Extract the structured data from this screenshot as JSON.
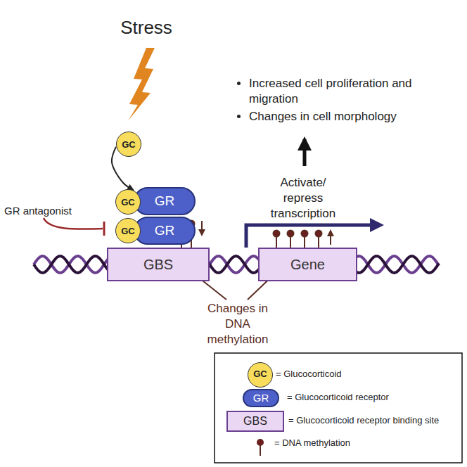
{
  "diagram": {
    "title": "Stress",
    "nodes": [
      {
        "text": [
          "GC"
        ]
      },
      {
        "text": [
          "GC"
        ]
      },
      {
        "text": [
          "GR"
        ]
      },
      {
        "text": [
          "GC"
        ]
      },
      {
        "text": [
          "GR"
        ]
      },
      {
        "text": [
          "GBS"
        ]
      },
      {
        "text": [
          "Gene"
        ]
      }
    ],
    "edges": [
      {
        "from": 0,
        "to": 1,
        "arrow": "to"
      }
    ],
    "labels": [
      "GR antagonist",
      "Increased cell proliferation and migration",
      "Changes in cell morphology",
      "Activate/ repress transcription",
      "Changes in DNA methylation",
      "GC",
      "GR",
      "GBS"
    ],
    "legend": [
      {
        "text": "= Glucocorticoid"
      },
      {
        "text": "= Glucocorticoid receptor"
      },
      {
        "text": "= Glucocorticoid receptor binding site"
      },
      {
        "text": "= DNA methylation"
      }
    ]
  }
}
